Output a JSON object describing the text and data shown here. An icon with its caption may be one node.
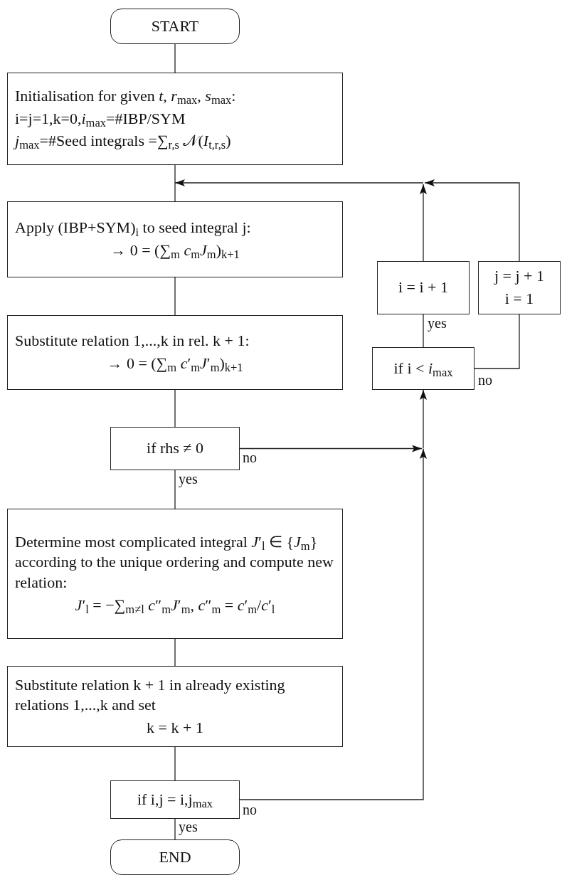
{
  "diagram": {
    "nodes": [
      {
        "text": [
          "START"
        ]
      },
      {
        "text": [
          "Initialisation for given *t*, *r*$_{max}$, *s*$_{max}$:",
          "i=j=1,k=0,*i*$_{max}$=#IBP/SYM",
          "*j*$_{max}$=#Seed integrals =∑$_{r,s}$ 𝒩(*I*$_{t,r,s}$)"
        ]
      },
      {
        "text": [
          "Apply (IBP+SYM)$_{i}$ to seed integral j:",
          "→ 0 = (∑$_{m}$ *c*$_{m}$*J*$_{m}$)$_{k+1}$"
        ]
      },
      {
        "text": [
          "Substitute relation 1,...,k in rel. k + 1:",
          "→ 0 = (∑$_{m}$ *c*′$_{m}$*J*′$_{m}$)$_{k+1}$"
        ]
      },
      {
        "text": [
          "if rhs ≠ 0"
        ]
      },
      {
        "text": [
          "Determine most complicated integral *J*′$_{l}$ ∈ {*J*$_{m}$} according to the unique ordering and compute new relation:",
          "*J*′$_{l}$ = −∑$_{m≠l}$ *c*″$_{m}$*J*′$_{m}$,    *c*″$_{m}$ = *c*′$_{m}$/*c*′$_{l}$"
        ]
      },
      {
        "text": [
          "Substitute relation k + 1 in already existing relations 1,...,k and set",
          "k = k + 1"
        ]
      },
      {
        "text": [
          "if i,j = i,j$_{max}$"
        ]
      },
      {
        "text": [
          "END"
        ]
      },
      {
        "text": [
          "i = i + 1"
        ]
      },
      {
        "text": [
          "j = j + 1",
          "i = 1"
        ]
      },
      {
        "text": [
          "if i < *i*$_{max}$"
        ]
      }
    ],
    "edges": [
      {
        "from": 0,
        "to": 1,
        "arrow": "none"
      },
      {
        "from": 1,
        "to": 2,
        "arrow": "none"
      },
      {
        "from": 2,
        "to": 3,
        "arrow": "none"
      },
      {
        "from": 3,
        "to": 4,
        "arrow": "none"
      },
      {
        "from": 4,
        "to": 5,
        "arrow": "none",
        "label": "yes"
      },
      {
        "from": 5,
        "to": 6,
        "arrow": "none"
      },
      {
        "from": 6,
        "to": 7,
        "arrow": "none"
      },
      {
        "from": 7,
        "to": 8,
        "arrow": "none",
        "label": "yes"
      },
      {
        "from": 4,
        "to": 11,
        "arrow": "to",
        "label": "no"
      },
      {
        "from": 7,
        "to": 11,
        "arrow": "to",
        "label": "no"
      },
      {
        "from": 11,
        "to": 9,
        "arrow": "none",
        "label": "yes"
      },
      {
        "from": 11,
        "to": 10,
        "arrow": "none",
        "label": "no"
      },
      {
        "from": 9,
        "to": 2,
        "arrow": "to"
      },
      {
        "from": 10,
        "to": 2,
        "arrow": "to"
      }
    ]
  }
}
